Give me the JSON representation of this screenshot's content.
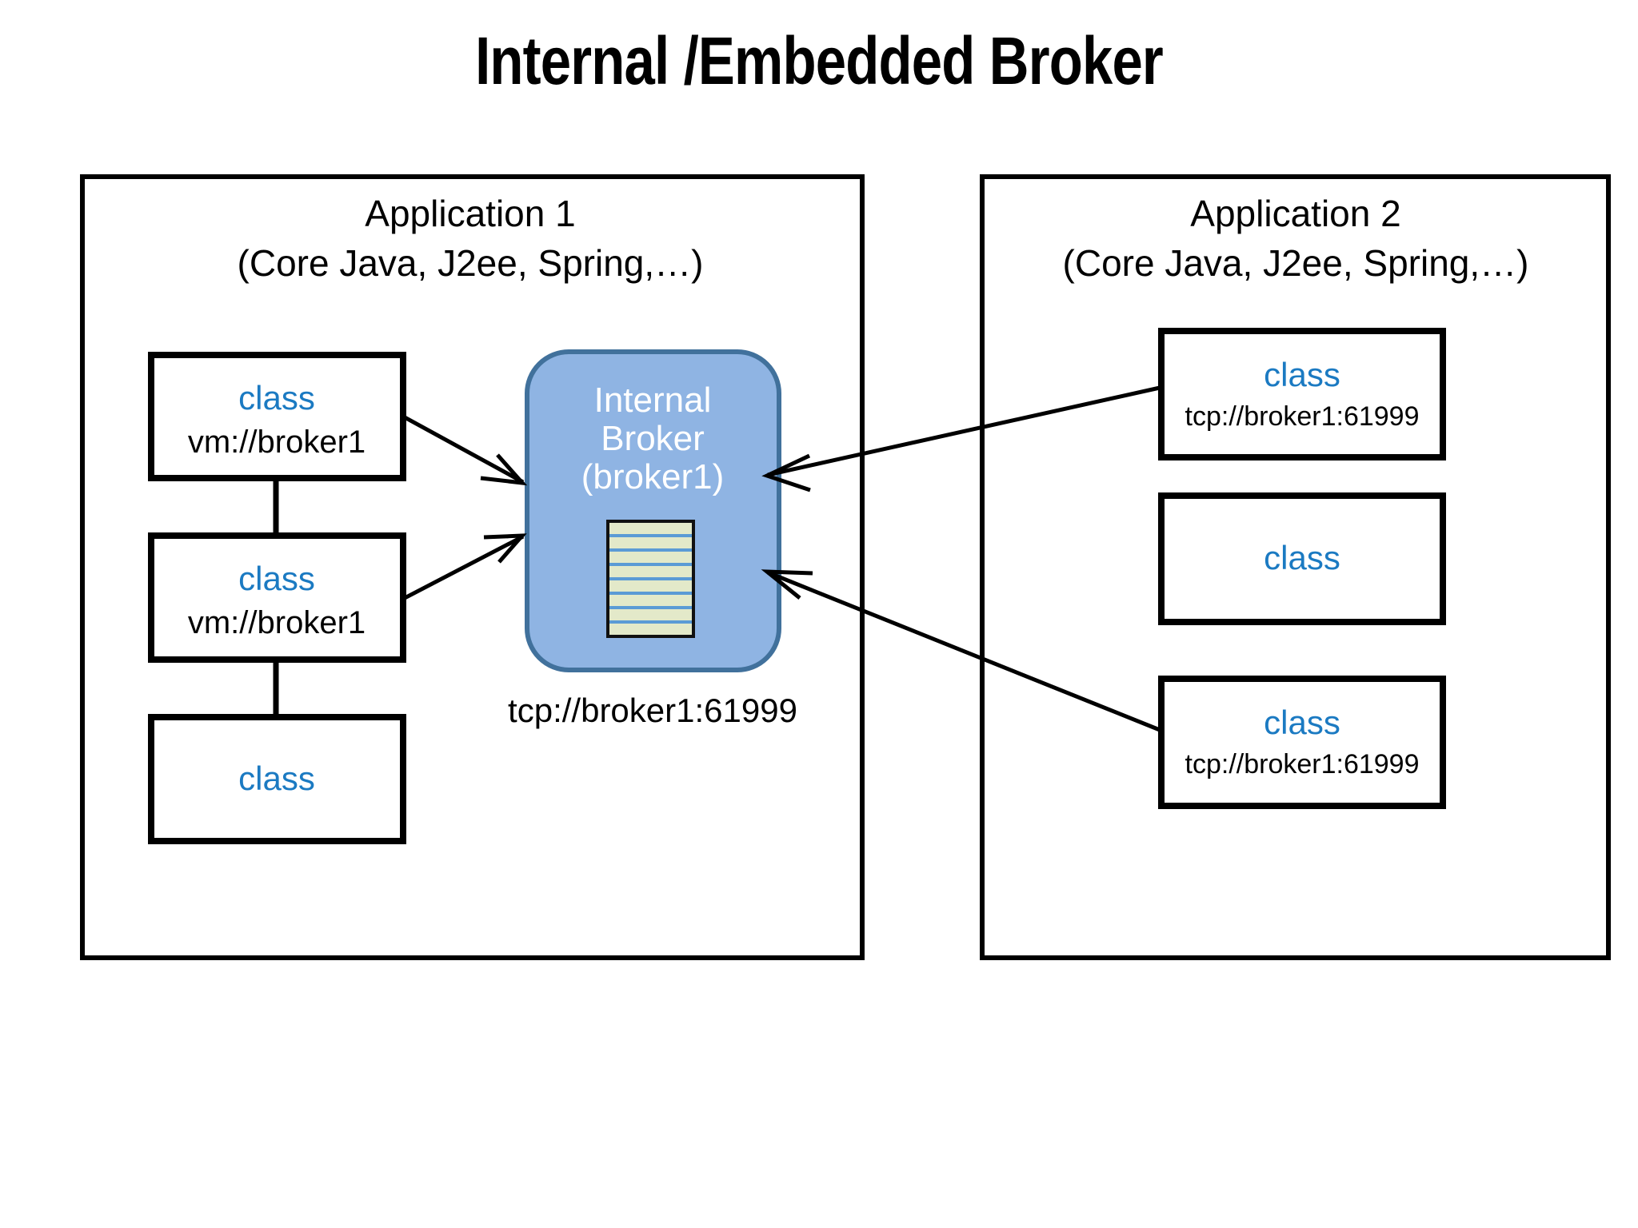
{
  "title": "Internal /Embedded Broker",
  "applications": [
    {
      "name": "Application 1",
      "subtitle": "(Core Java, J2ee, Spring,…)",
      "classes": [
        {
          "label": "class",
          "url": "vm://broker1"
        },
        {
          "label": "class",
          "url": "vm://broker1"
        },
        {
          "label": "class",
          "url": ""
        }
      ]
    },
    {
      "name": "Application 2",
      "subtitle": "(Core Java, J2ee, Spring,…)",
      "classes": [
        {
          "label": "class",
          "url": "tcp://broker1:61999"
        },
        {
          "label": "class",
          "url": ""
        },
        {
          "label": "class",
          "url": "tcp://broker1:61999"
        }
      ]
    }
  ],
  "broker": {
    "line1": "Internal",
    "line2": "Broker",
    "line3": "(broker1)",
    "endpoint": "tcp://broker1:61999",
    "queue_rows": 8
  },
  "colors": {
    "class_label": "#1b7ac2",
    "broker_fill": "#8fb4e3",
    "broker_stroke": "#41719c",
    "queue_fill": "#e3e9c9",
    "queue_line": "#5b9bd5",
    "outline": "#000000",
    "background": "#ffffff"
  }
}
